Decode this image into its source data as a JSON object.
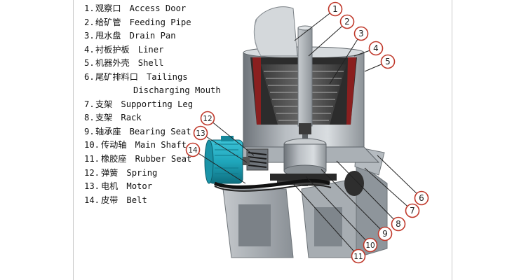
{
  "legend": [
    {
      "num": "1.",
      "zh": "观察口",
      "en": "Access Door"
    },
    {
      "num": "2.",
      "zh": "给矿管",
      "en": "Feeding Pipe"
    },
    {
      "num": "3.",
      "zh": "甩水盘",
      "en": "Drain Pan"
    },
    {
      "num": "4.",
      "zh": "衬板护板",
      "en": "Liner"
    },
    {
      "num": "5.",
      "zh": "机器外壳",
      "en": "Shell"
    },
    {
      "num": "6.",
      "zh": "尾矿排料口",
      "en": "Tailings"
    },
    {
      "cont": "Discharging Mouth"
    },
    {
      "num": "7.",
      "zh": "支架",
      "en": "Supporting Leg"
    },
    {
      "num": "8.",
      "zh": "支架",
      "en": "Rack"
    },
    {
      "num": "9.",
      "zh": "轴承座",
      "en": "Bearing Seat"
    },
    {
      "num": "10.",
      "zh": "传动轴",
      "en": "Main Shaft"
    },
    {
      "num": "11.",
      "zh": "橡胶座",
      "en": "Rubber Seat"
    },
    {
      "num": "12.",
      "zh": "弹簧",
      "en": "Spring"
    },
    {
      "num": "13.",
      "zh": "电机",
      "en": "Motor"
    },
    {
      "num": "14.",
      "zh": "皮带",
      "en": "Belt"
    }
  ],
  "callouts": [
    "1",
    "2",
    "3",
    "4",
    "5",
    "6",
    "7",
    "8",
    "9",
    "10",
    "11",
    "12",
    "13",
    "14"
  ],
  "colors": {
    "callout_stroke": "#c0392b",
    "motor": "#1fa6bb",
    "machine_gray": "#9aa0a6",
    "liner_dark": "#3d3d3d"
  }
}
